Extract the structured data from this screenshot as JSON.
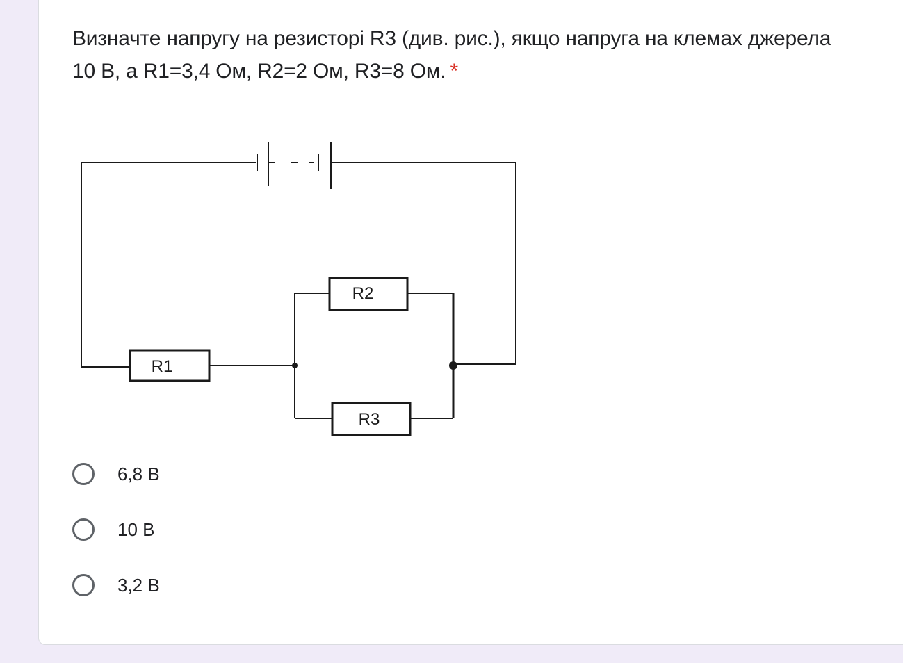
{
  "question": {
    "text": "Визначте напругу на резисторі R3 (див. рис.), якщо напруга на клемах джерела 10 В, а R1=3,4 Ом, R2=2 Ом, R3=8 Ом.",
    "required_mark": "*"
  },
  "diagram": {
    "r1_label": "R1",
    "r2_label": "R2",
    "r3_label": "R3"
  },
  "options": [
    {
      "label": "6,8 В"
    },
    {
      "label": "10 В"
    },
    {
      "label": "3,2 В"
    }
  ],
  "colors": {
    "background": "#f0ebf8",
    "card": "#ffffff",
    "text": "#202124",
    "required": "#d93025",
    "radio": "#5f6368"
  }
}
